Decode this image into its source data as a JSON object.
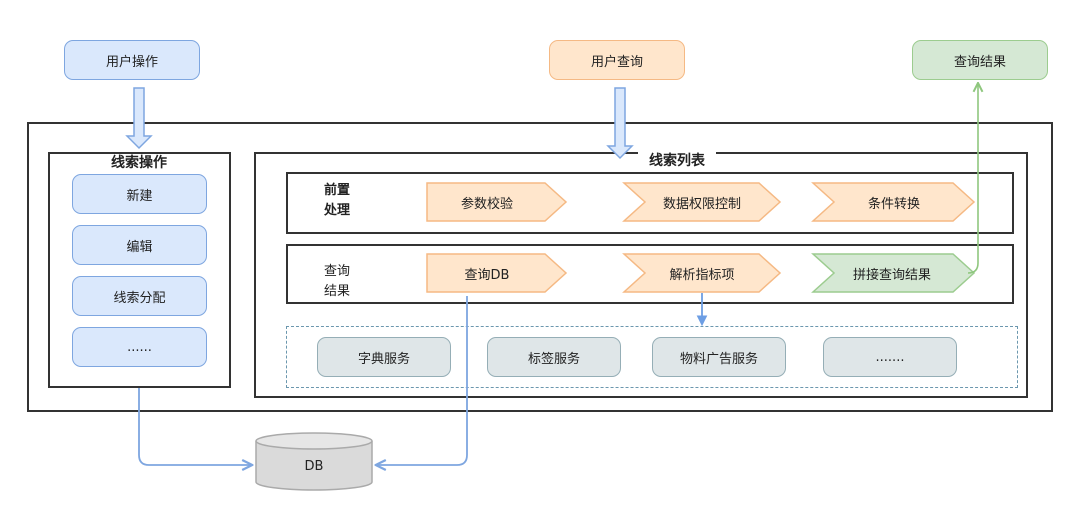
{
  "top": {
    "user_operation": "用户操作",
    "user_query": "用户查询",
    "query_result": "查询结果"
  },
  "lead_ops": {
    "title": "线索操作",
    "items": [
      "新建",
      "编辑",
      "线索分配",
      "......"
    ]
  },
  "lead_list": {
    "title": "线索列表",
    "pre_label": "前置\n处理",
    "pre_steps": [
      "参数校验",
      "数据权限控制",
      "条件转换"
    ],
    "query_label": "查询\n结果",
    "query_steps": [
      "查询DB",
      "解析指标项",
      "拼接查询结果"
    ],
    "services": [
      "字典服务",
      "标签服务",
      "物料广告服务",
      "......."
    ]
  },
  "db": {
    "label": "DB"
  },
  "colors": {
    "blue_fill": "#dae8fc",
    "blue_stroke": "#7ea6e0",
    "orange_fill": "#ffe6cc",
    "orange_stroke": "#f5b984",
    "green_fill": "#d5e8d4",
    "green_stroke": "#9ccc8f",
    "grey_fill": "#dfe6e8",
    "grey_stroke": "#95aeb6"
  }
}
